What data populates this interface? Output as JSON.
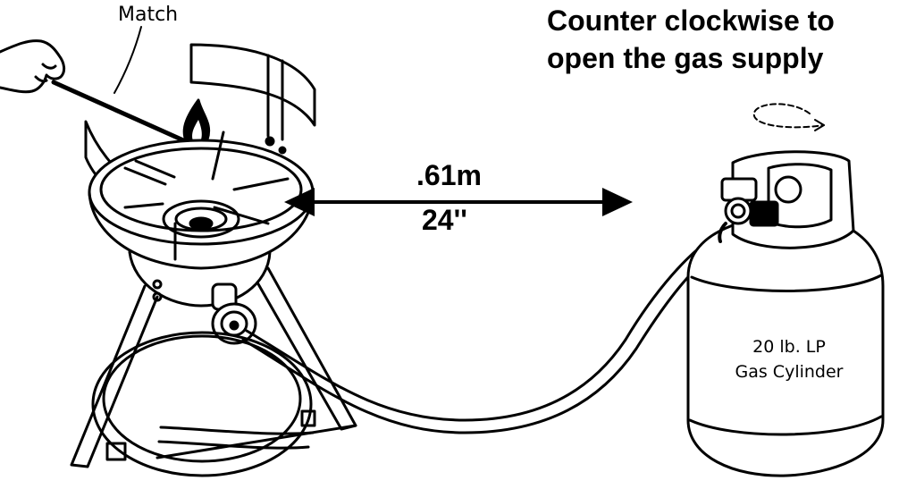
{
  "labels": {
    "match": "Match",
    "instruction_line1": "Counter clockwise to",
    "instruction_line2": "open the gas supply",
    "distance_metric": ".61m",
    "distance_imperial": "24''",
    "cylinder_line1": "20 lb. LP",
    "cylinder_line2": "Gas Cylinder"
  },
  "icons": {
    "rotation": "counter-clockwise-arrow-icon",
    "distance": "double-headed-arrow-icon",
    "flame": "flame-icon"
  }
}
